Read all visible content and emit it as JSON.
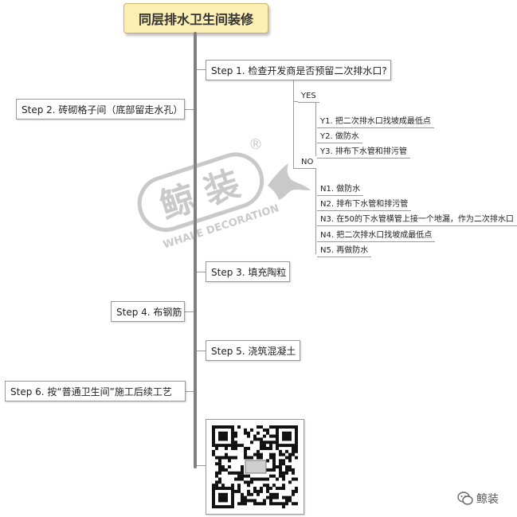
{
  "title": "同层排水卫生间装修",
  "steps": {
    "s1": "Step 1. 检查开发商是否预留二次排水口?",
    "s2": "Step 2. 砖砌格子间（底部留走水孔）",
    "s3": "Step 3. 填充陶粒",
    "s4": "Step 4. 布钢筋",
    "s5": "Step 5. 浇筑混凝土",
    "s6": "Step 6. 按“普通卫生间”施工后续工艺"
  },
  "yes": {
    "label": "YES",
    "items": [
      "Y1. 把二次排水口找坡成最低点",
      "Y2. 做防水",
      "Y3. 排布下水管和排污管"
    ]
  },
  "no": {
    "label": "NO",
    "items": [
      "N1. 做防水",
      "N2. 排布下水管和排污管",
      "N3. 在50的下水管横管上接一个地漏，作为二次排水口",
      "N4. 把二次排水口找坡成最低点",
      "N5. 再做防水"
    ]
  },
  "watermark": {
    "char1": "鲸",
    "char2": "装",
    "reg": "®",
    "en": "WHALE DECORATION"
  },
  "footer": {
    "icon": "wechat-icon",
    "brand": "鲸装"
  },
  "colors": {
    "title_bg": "#fbefb4",
    "spine": "#7f7f7f",
    "watermark": "#8a8a8a"
  }
}
